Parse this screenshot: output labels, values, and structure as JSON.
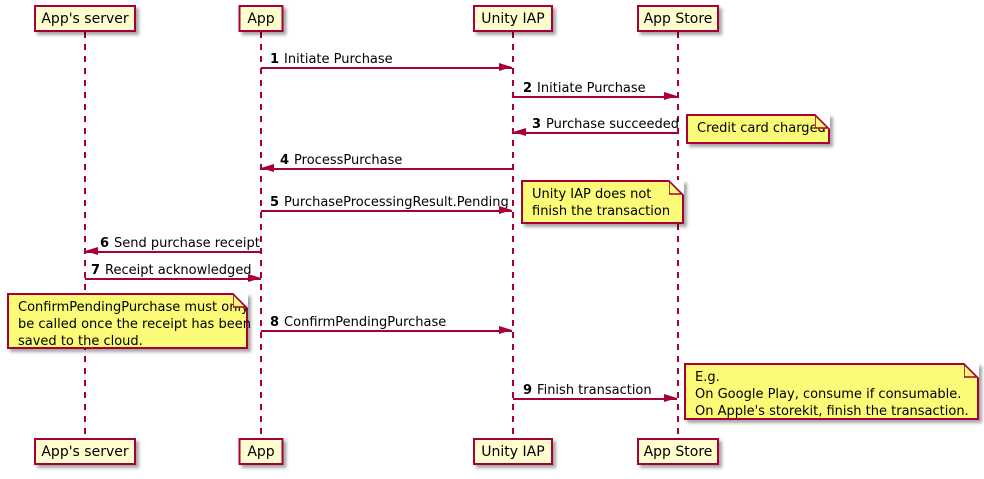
{
  "diagram_type": "sequence-diagram",
  "colors": {
    "background": "#FFFFFF",
    "participant_fill": "#FEFECE",
    "note_fill": "#FBFB77",
    "line_and_border": "#A80036",
    "text": "#000000"
  },
  "participants": [
    {
      "label": "App's server"
    },
    {
      "label": "App"
    },
    {
      "label": "Unity IAP"
    },
    {
      "label": "App Store"
    }
  ],
  "messages": [
    {
      "num": "1",
      "text": "Initiate Purchase",
      "from": "App",
      "to": "Unity IAP"
    },
    {
      "num": "2",
      "text": "Initiate Purchase",
      "from": "Unity IAP",
      "to": "App Store"
    },
    {
      "num": "3",
      "text": "Purchase succeeded",
      "from": "App Store",
      "to": "Unity IAP"
    },
    {
      "num": "4",
      "text": "ProcessPurchase",
      "from": "Unity IAP",
      "to": "App"
    },
    {
      "num": "5",
      "text": "PurchaseProcessingResult.Pending",
      "from": "App",
      "to": "Unity IAP"
    },
    {
      "num": "6",
      "text": "Send purchase receipt",
      "from": "App",
      "to": "App's server"
    },
    {
      "num": "7",
      "text": "Receipt acknowledged",
      "from": "App's server",
      "to": "App"
    },
    {
      "num": "8",
      "text": "ConfirmPendingPurchase",
      "from": "App",
      "to": "Unity IAP"
    },
    {
      "num": "9",
      "text": "Finish transaction",
      "from": "Unity IAP",
      "to": "App Store"
    }
  ],
  "notes": [
    {
      "position": "right of App Store",
      "lines": [
        "Credit card charged"
      ]
    },
    {
      "position": "right of Unity IAP",
      "lines": [
        "Unity IAP does not",
        "finish the transaction"
      ]
    },
    {
      "position": "left of App",
      "lines": [
        "ConfirmPendingPurchase must only",
        "be called once the receipt has been",
        "saved to the cloud."
      ]
    },
    {
      "position": "right of App Store",
      "lines": [
        "E.g.",
        "On Google Play, consume if consumable.",
        "On Apple's storekit, finish the transaction."
      ]
    }
  ]
}
